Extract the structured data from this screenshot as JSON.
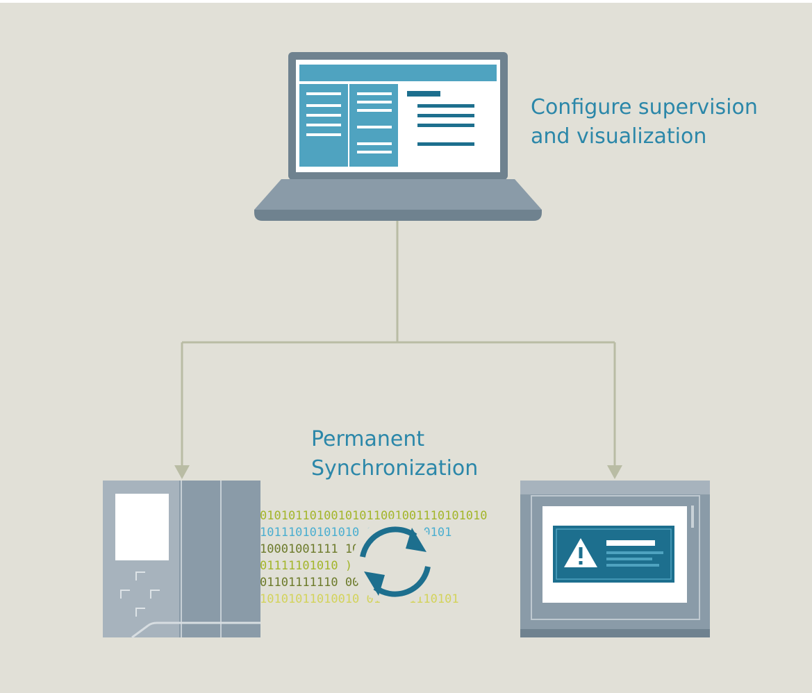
{
  "labels": {
    "configure": {
      "line1": "Configure supervision",
      "line2": "and visualization"
    },
    "sync": {
      "line1": "Permanent",
      "line2": "Synchronization"
    }
  },
  "binary_rows": [
    "01010110100101011001001110101010",
    "10111010101010  011010010101",
    "10001001111    100101101 01",
    "01111101010    )1011100101",
    "01101111110    0001011111",
    "10101011010010    0111111110101"
  ],
  "devices": {
    "laptop": "laptop-icon",
    "controller": "plc-controller-icon",
    "panel": "hmi-panel-icon",
    "sync": "sync-cycle-icon",
    "warning": "warning-icon"
  },
  "colors": {
    "background": "#e1e0d7",
    "accent_teal": "#2b87a9",
    "device_grey": "#8a9ba8",
    "device_dark": "#6f828f",
    "connector": "#b9bca4",
    "screen_blue": "#4fa3c0",
    "dark_teal": "#1d6f8e",
    "bits_green": "#a3b52a",
    "bits_blue": "#4aaed0",
    "bits_olive": "#6c7a2a"
  }
}
